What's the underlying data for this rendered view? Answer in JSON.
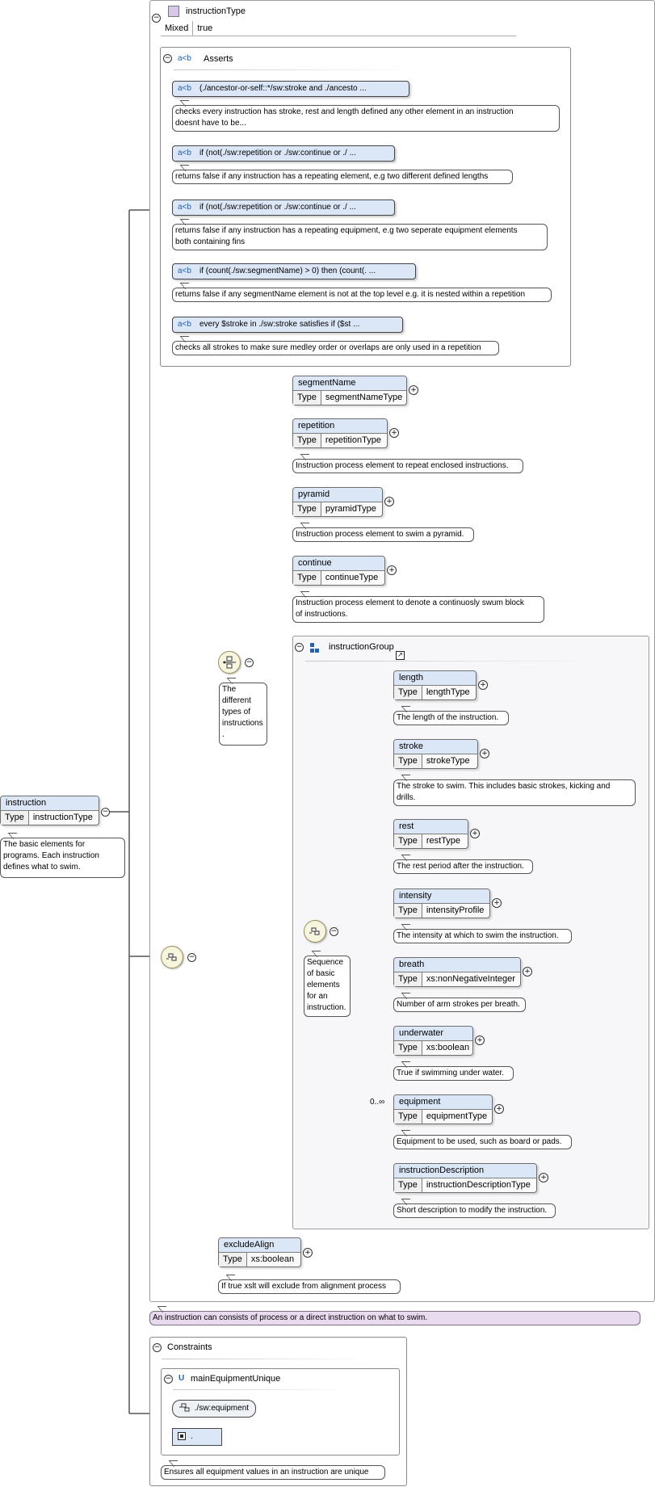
{
  "colors": {
    "node_header": "#dbe6f7",
    "annotation_purple": "#e9dbef",
    "compositor": "#f8f5df",
    "assert_prefix": "#2b5fa6"
  },
  "type_panel": {
    "title": "instructionType",
    "attr_key": "Mixed",
    "attr_value": "true",
    "annotation": "An instruction can consists of process or a direct instruction on what to swim."
  },
  "asserts": {
    "title": "Asserts",
    "prefix": "a<b",
    "items": [
      {
        "test": "(./ancestor-or-self::*/sw:stroke and ./ancesto ...",
        "doc": [
          "checks every instruction has stroke, rest and length defined any other element in an instruction",
          "doesnt have to be..."
        ]
      },
      {
        "test": "if (not(./sw:repetition or ./sw:continue or ./ ...",
        "doc": [
          "returns false if any instruction has a repeating element, e.g two different defined lengths"
        ]
      },
      {
        "test": "if (not(./sw:repetition or ./sw:continue or ./ ...",
        "doc": [
          "returns false if any instruction has a repeating equipment, e.g two seperate equipment elements",
          "both containing fins"
        ]
      },
      {
        "test": "if (count(./sw:segmentName) > 0) then (count(. ...",
        "doc": [
          "returns false if any segmentName element is not at the top level e.g. it is nested within a repetition"
        ]
      },
      {
        "test": "every $stroke in ./sw:stroke satisfies if ($st ...",
        "doc": [
          "checks all strokes to make sure medley order or overlaps are only used in a repetition"
        ]
      }
    ]
  },
  "root": {
    "name": "instruction",
    "type_key": "Type",
    "type_value": "instructionType",
    "doc": [
      "The basic elements for",
      "programs. Each instruction",
      "defines what to swim."
    ]
  },
  "choice": {
    "doc": [
      "The",
      "different",
      "types of",
      "instructions",
      "."
    ]
  },
  "top_elements": [
    {
      "name": "segmentName",
      "type": "segmentNameType",
      "doc": []
    },
    {
      "name": "repetition",
      "type": "repetitionType",
      "doc": [
        "Instruction process element to repeat enclosed instructions."
      ]
    },
    {
      "name": "pyramid",
      "type": "pyramidType",
      "doc": [
        "Instruction process element to swim a pyramid."
      ]
    },
    {
      "name": "continue",
      "type": "continueType",
      "doc": [
        "Instruction process element to denote a continuosly swum block",
        "of instructions."
      ]
    }
  ],
  "group": {
    "title": "instructionGroup",
    "sequence_doc": [
      "Sequence",
      "of basic",
      "elements",
      "for an",
      "instruction."
    ],
    "elements": [
      {
        "name": "length",
        "type": "lengthType",
        "doc": [
          "The length of the instruction."
        ],
        "occurs": ""
      },
      {
        "name": "stroke",
        "type": "strokeType",
        "doc": [
          "The stroke to swim. This includes basic strokes, kicking and",
          "drills."
        ],
        "occurs": ""
      },
      {
        "name": "rest",
        "type": "restType",
        "doc": [
          "The rest period after the instruction."
        ],
        "occurs": ""
      },
      {
        "name": "intensity",
        "type": "intensityProfile",
        "doc": [
          "The intensity at which to swim the instruction."
        ],
        "occurs": ""
      },
      {
        "name": "breath",
        "type": "xs:nonNegativeInteger",
        "doc": [
          "Number of arm strokes per breath."
        ],
        "occurs": ""
      },
      {
        "name": "underwater",
        "type": "xs:boolean",
        "doc": [
          "True if swimming under water."
        ],
        "occurs": ""
      },
      {
        "name": "equipment",
        "type": "equipmentType",
        "doc": [
          "Equipment to be used, such as board or pads."
        ],
        "occurs": "0..∞"
      },
      {
        "name": "instructionDescription",
        "type": "instructionDescriptionType",
        "doc": [
          "Short description to modify the instruction."
        ],
        "occurs": ""
      }
    ]
  },
  "exclude": {
    "name": "excludeAlign",
    "type": "xs:boolean",
    "doc": [
      "If true xslt will exclude from alignment process"
    ]
  },
  "constraints": {
    "title": "Constraints",
    "unique_prefix": "U",
    "unique_name": "mainEquipmentUnique",
    "selector": "./sw:equipment",
    "field": ".",
    "doc": "Ensures all equipment values in an instruction are unique"
  }
}
